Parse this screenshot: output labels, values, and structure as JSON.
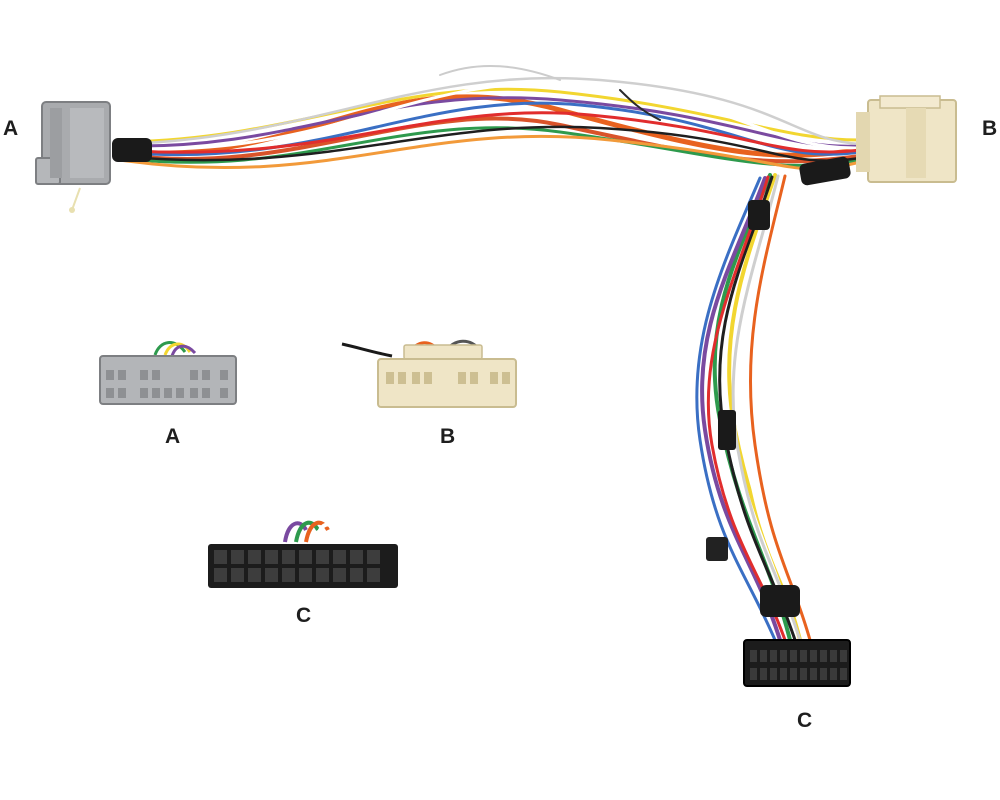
{
  "labels": {
    "a_top": "A",
    "b_top": "B",
    "a_small": "A",
    "b_small": "B",
    "c_small": "C",
    "c_main": "C"
  },
  "colors": {
    "background": "#ffffff",
    "connector_a": "#a9abae",
    "connector_b": "#efe5c6",
    "connector_c": "#1c1c1c",
    "wire_colors": [
      "#e8621f",
      "#7a4aa0",
      "#f2d630",
      "#2e9a4d",
      "#1f1f1f",
      "#3a6fc4",
      "#e12d2d",
      "#cfcfcf",
      "#f29a3a",
      "#ffffff"
    ]
  }
}
